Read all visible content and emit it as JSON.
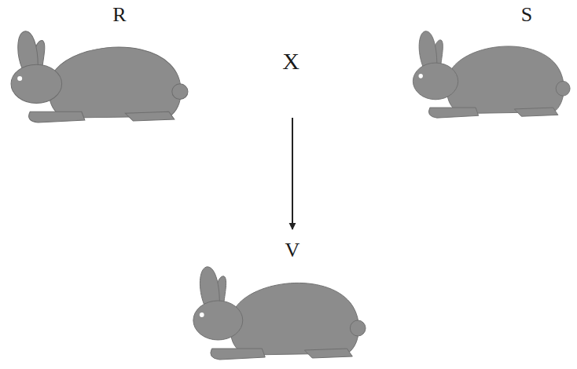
{
  "diagram": {
    "nodes": [
      {
        "text": [
          "R"
        ]
      },
      {
        "text": [
          "S"
        ]
      },
      {
        "text": [
          "V"
        ]
      }
    ],
    "labels": [
      "X"
    ]
  }
}
